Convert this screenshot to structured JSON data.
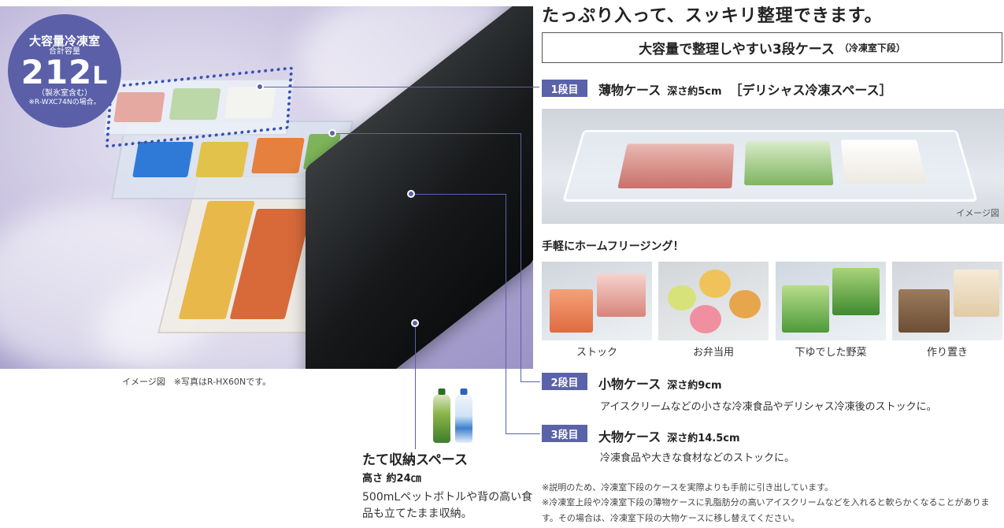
{
  "headline": "たっぷり入って、スッキリ整理できます。",
  "case_box": {
    "title": "大容量で整理しやすい3段ケース",
    "sub": "（冷凍室下段）"
  },
  "badge": {
    "line1": "大容量冷凍室",
    "line2": "合計容量",
    "number": "212",
    "unit": "L",
    "line4": "（製氷室含む）",
    "line5": "※R-WXC74Nの場合。"
  },
  "photo_caption": "イメージ図　※写真はR-HX60Nです。",
  "tate": {
    "title": "たて収納スペース",
    "height": "高さ 約24㎝",
    "desc": "500mLペットボトルや背の高い食品も立てたまま収納。"
  },
  "tiers": [
    {
      "label": "1段目",
      "name": "薄物ケース",
      "depth": "深さ約5cm",
      "extra": "［デリシャス冷凍スペース］",
      "desc": ""
    },
    {
      "label": "2段目",
      "name": "小物ケース",
      "depth": "深さ約9cm",
      "extra": "",
      "desc": "アイスクリームなどの小さな冷凍食品やデリシャス冷凍後のストックに。"
    },
    {
      "label": "3段目",
      "name": "大物ケース",
      "depth": "深さ約14.5cm",
      "extra": "",
      "desc": "冷凍食品や大きな食材などのストックに。"
    }
  ],
  "tray_caption": "イメージ図",
  "freezing_title": "手軽にホームフリージング！",
  "thumbs": [
    "ストック",
    "お弁当用",
    "下ゆでした野菜",
    "作り置き"
  ],
  "notes": [
    "※説明のため、冷凍室下段のケースを実際よりも手前に引き出しています。",
    "※冷凍室上段や冷凍室下段の薄物ケースに乳脂肪分の高いアイスクリームなどを入れると軟らかくなることがあります。その場合は、冷凍室下段の大物ケースに移し替えてください。"
  ],
  "colors": {
    "accent": "#5a62a8",
    "badge": "#5a5fa8"
  }
}
